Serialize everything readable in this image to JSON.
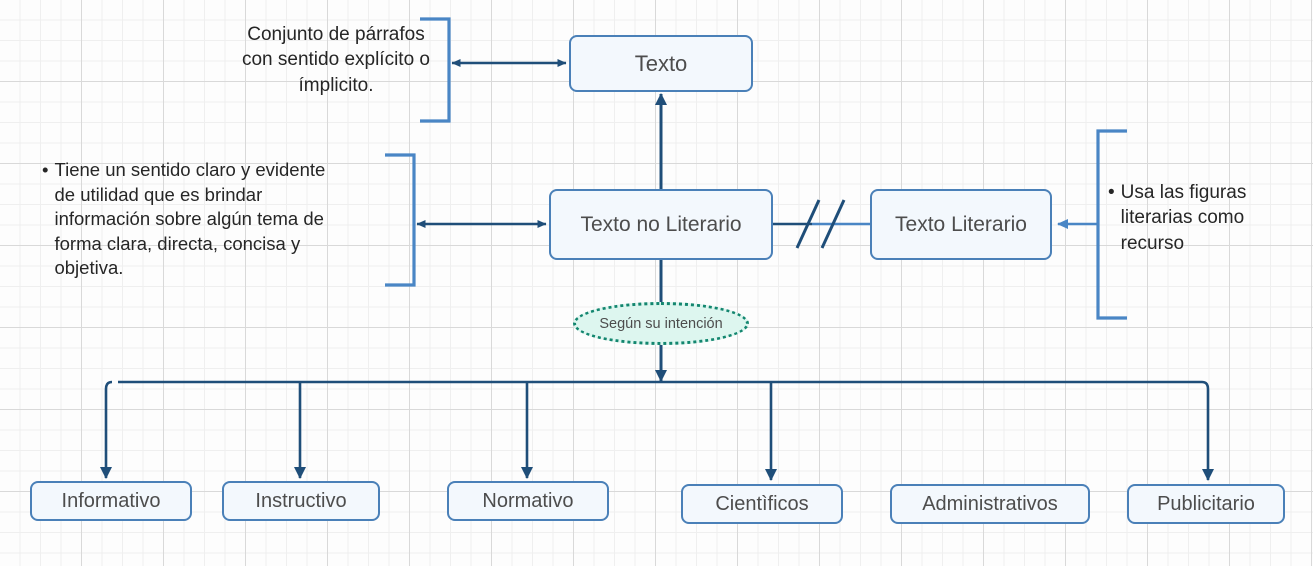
{
  "diagram": {
    "title_node": {
      "label": "Texto"
    },
    "branch_nodes": [
      {
        "label": "Texto no Literario"
      },
      {
        "label": "Texto Literario"
      }
    ],
    "condition_label": {
      "label": "Según su intención"
    },
    "category_nodes": [
      {
        "label": "Informativo"
      },
      {
        "label": "Instructivo"
      },
      {
        "label": "Normativo"
      },
      {
        "label": "Cientìficos"
      },
      {
        "label": "Administrativos"
      },
      {
        "label": "Publicitario"
      }
    ],
    "notes": {
      "top": {
        "lines": [
          "Conjunto de párrafos",
          "con sentido explícito o",
          "ímplicito."
        ]
      },
      "left": {
        "bullet": "•",
        "lines": [
          "Tiene un sentido claro y evidente",
          "de utilidad que es brindar",
          "información  sobre algún tema de",
          "forma clara, directa, concisa  y",
          "objetiva."
        ]
      },
      "right": {
        "bullet": "•",
        "lines": [
          "Usa las figuras",
          "literarias como",
          "recurso"
        ]
      }
    },
    "colors": {
      "node_border": "#4a80b8",
      "node_fill": "#f3f8fd",
      "arrow_dark": "#1f4e79",
      "bracket_blue": "#4a86c5",
      "ellipse_border": "#13866f",
      "ellipse_fill": "#ddf6ef",
      "grid_minor": "#efefef",
      "grid_major": "#d9d9d9"
    }
  }
}
